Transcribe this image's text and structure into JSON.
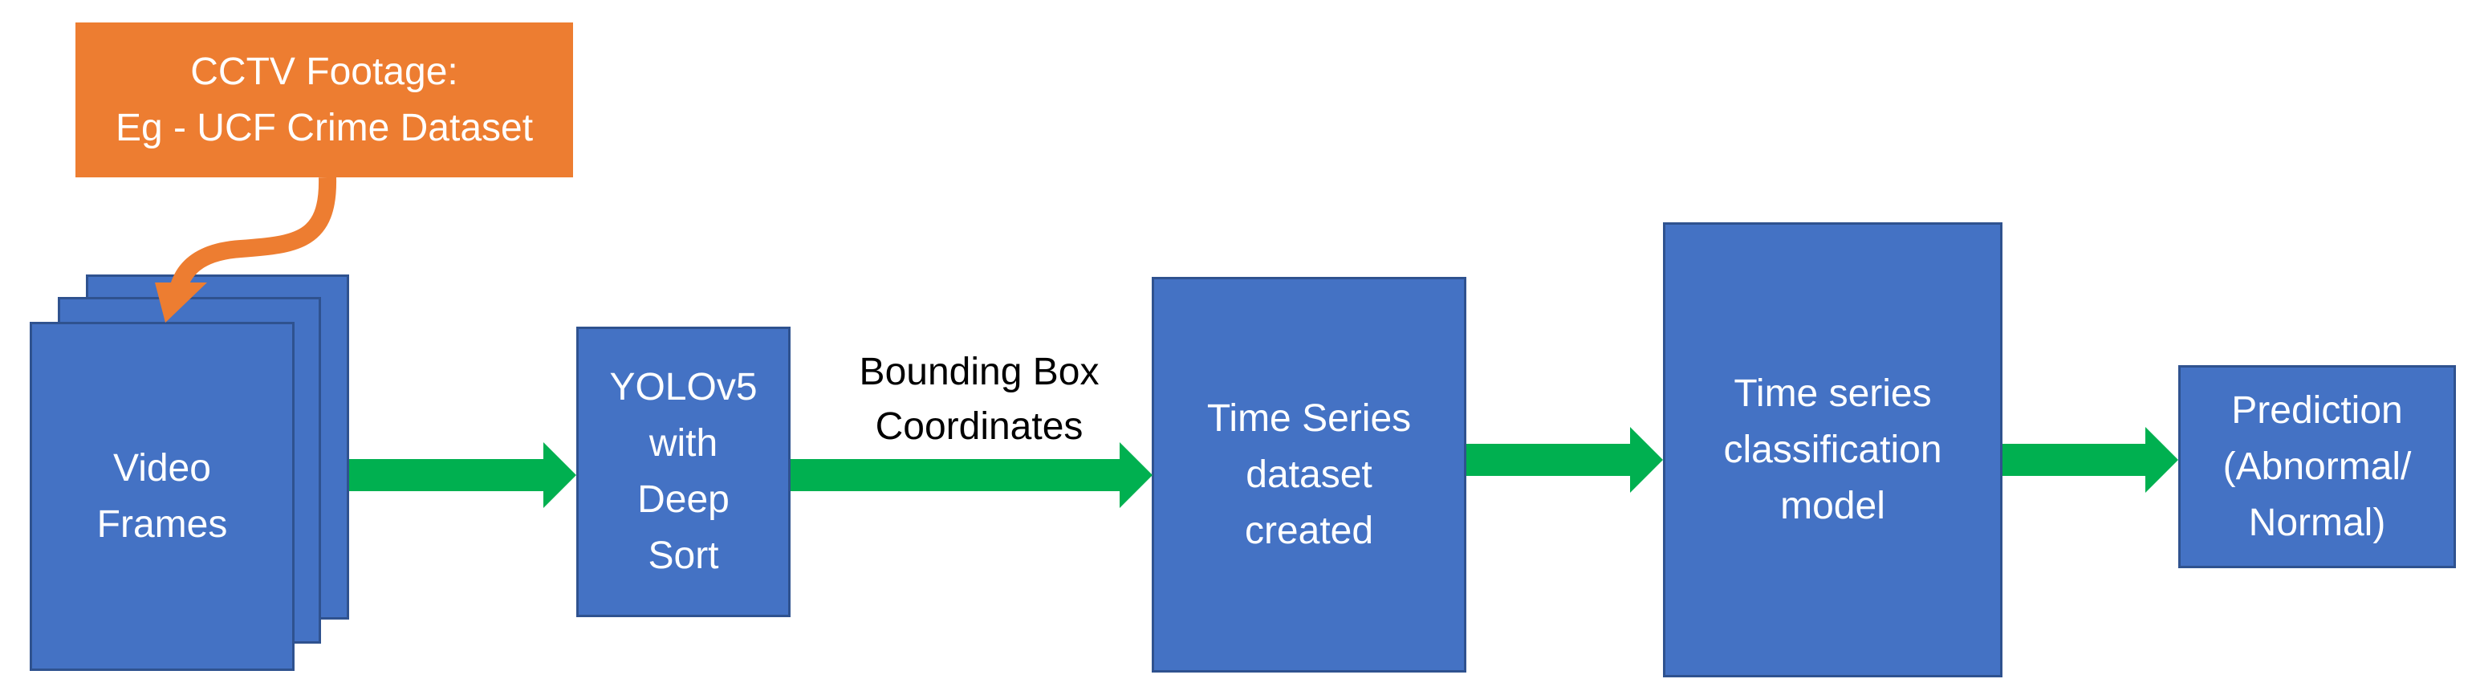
{
  "source": {
    "lines": [
      "CCTV Footage:",
      "Eg - UCF Crime Dataset"
    ]
  },
  "nodes": {
    "video_frames": {
      "lines": [
        "Video",
        "Frames"
      ]
    },
    "yolo": {
      "lines": [
        "YOLOv5",
        "with",
        "Deep",
        "Sort"
      ]
    },
    "time_series_dataset": {
      "lines": [
        "Time Series",
        "dataset",
        "created"
      ]
    },
    "classifier": {
      "lines": [
        "Time series",
        "classification",
        "model"
      ]
    },
    "prediction": {
      "lines": [
        "Prediction",
        "(Abnormal/",
        "Normal)"
      ]
    }
  },
  "edge_label": {
    "lines": [
      "Bounding Box",
      "Coordinates"
    ]
  },
  "colors": {
    "box_fill": "#4472c4",
    "box_border": "#2f528f",
    "source_fill": "#ed7d31",
    "arrow": "#00b050"
  }
}
